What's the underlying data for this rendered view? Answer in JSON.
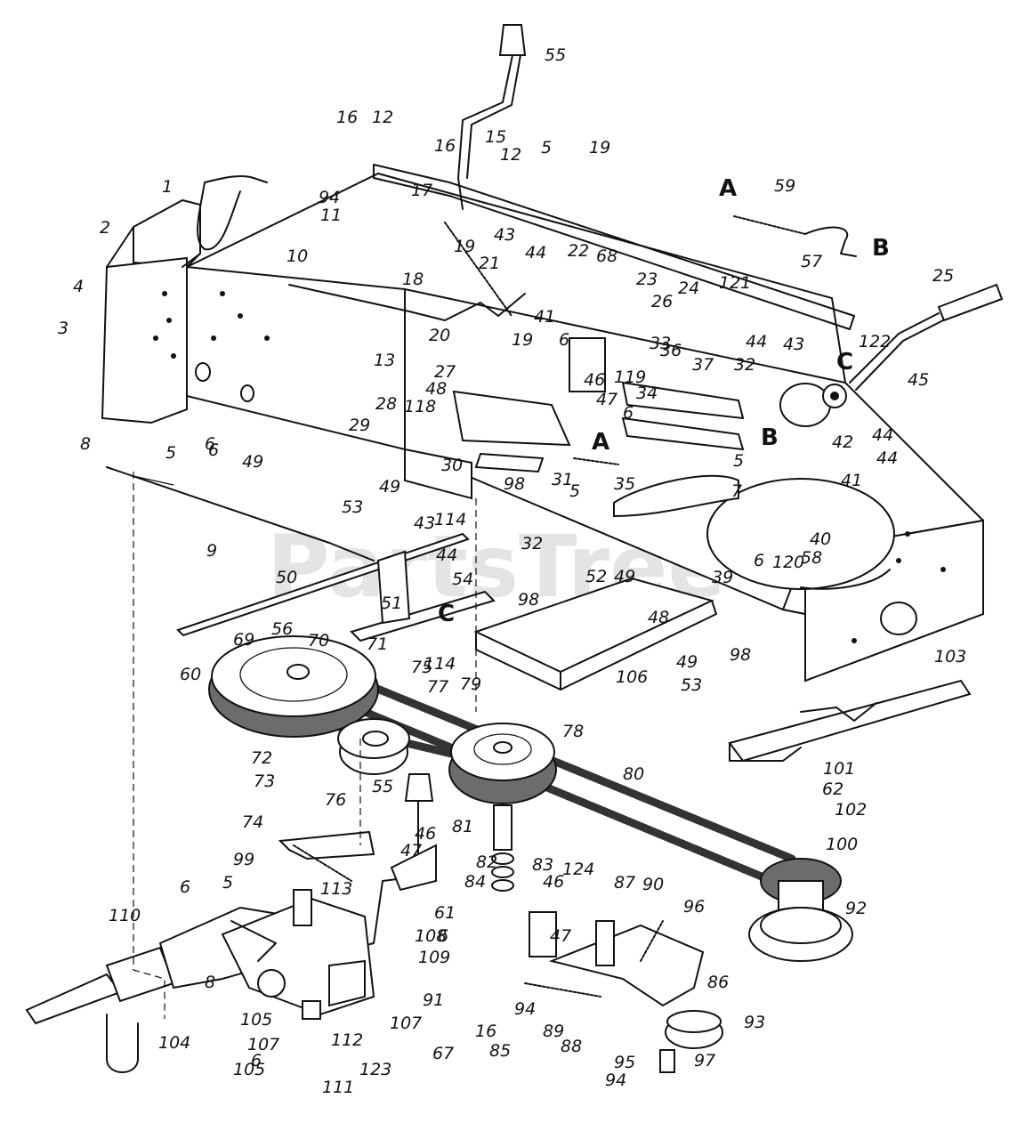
{
  "watermark": "PartsTree",
  "letters": [
    {
      "key": "A1",
      "text": "A"
    },
    {
      "key": "B1",
      "text": "B"
    },
    {
      "key": "C1",
      "text": "C"
    },
    {
      "key": "A2",
      "text": "A"
    },
    {
      "key": "B2",
      "text": "B"
    },
    {
      "key": "C2",
      "text": "C"
    }
  ],
  "callouts": [
    "55",
    "15",
    "16",
    "12",
    "16",
    "12",
    "5",
    "19",
    "94",
    "11",
    "17",
    "19",
    "59",
    "57",
    "1",
    "2",
    "18",
    "21",
    "43",
    "44",
    "22",
    "68",
    "23",
    "24",
    "121",
    "25",
    "10",
    "20",
    "41",
    "26",
    "33",
    "36",
    "37",
    "32",
    "44",
    "43",
    "122",
    "45",
    "4",
    "3",
    "13",
    "27",
    "19",
    "6",
    "119",
    "46",
    "47",
    "34",
    "6",
    "42",
    "44",
    "44",
    "5",
    "6",
    "49",
    "28",
    "118",
    "48",
    "29",
    "30",
    "31",
    "5",
    "35",
    "7",
    "5",
    "8",
    "6",
    "98",
    "41",
    "40",
    "58",
    "120",
    "6",
    "39",
    "49",
    "53",
    "114",
    "43",
    "44",
    "54",
    "9",
    "32",
    "98",
    "50",
    "51",
    "52",
    "49",
    "48",
    "98",
    "70",
    "56",
    "71",
    "114",
    "49",
    "53",
    "106",
    "103",
    "69",
    "60",
    "75",
    "77",
    "79",
    "78",
    "72",
    "73",
    "55",
    "80",
    "101",
    "62",
    "102",
    "100",
    "81",
    "74",
    "76",
    "46",
    "47",
    "82",
    "83",
    "84",
    "46",
    "124",
    "87",
    "90",
    "96",
    "92",
    "99",
    "5",
    "6",
    "110",
    "113",
    "61",
    "108",
    "109",
    "6",
    "47",
    "86",
    "91",
    "107",
    "105",
    "8",
    "112",
    "123",
    "111",
    "67",
    "16",
    "85",
    "94",
    "89",
    "88",
    "93",
    "95",
    "97",
    "94",
    "104",
    "107",
    "6",
    "105"
  ]
}
